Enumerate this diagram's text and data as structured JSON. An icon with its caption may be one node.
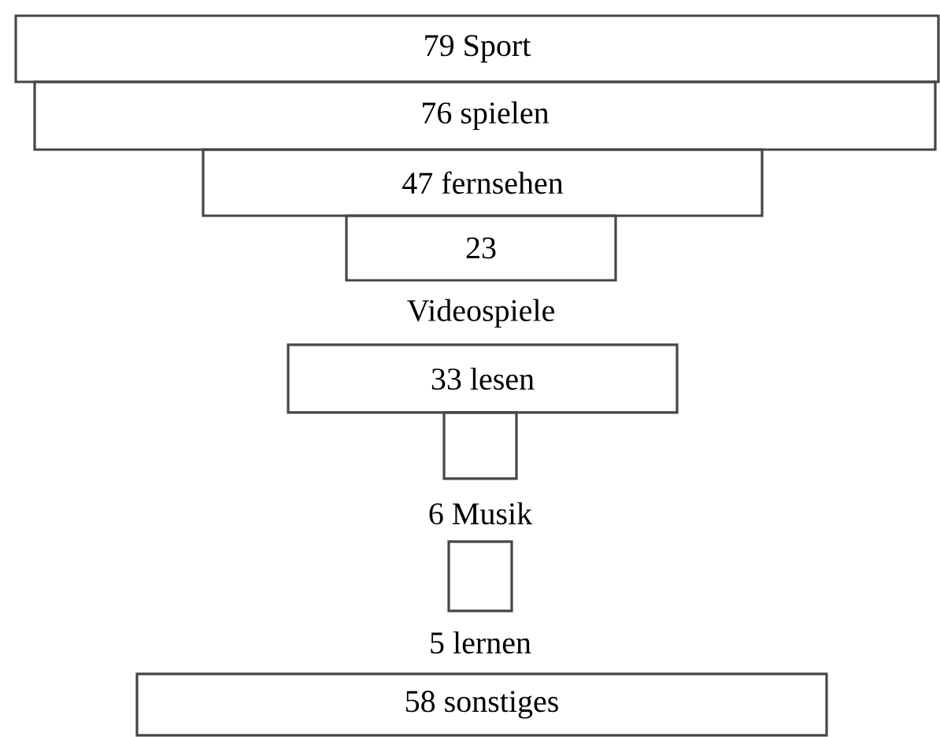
{
  "diagram": {
    "nodes": [
      {
        "text": [
          "79 Sport"
        ]
      },
      {
        "text": [
          "76 spielen"
        ]
      },
      {
        "text": [
          "47 fernsehen"
        ]
      },
      {
        "text": [
          "23",
          "Videospiele"
        ]
      },
      {
        "text": [
          "33 lesen"
        ]
      },
      {
        "text": [
          "6 Musik"
        ]
      },
      {
        "text": [
          "5 lernen"
        ]
      },
      {
        "text": [
          "58 sonstiges"
        ]
      }
    ]
  }
}
